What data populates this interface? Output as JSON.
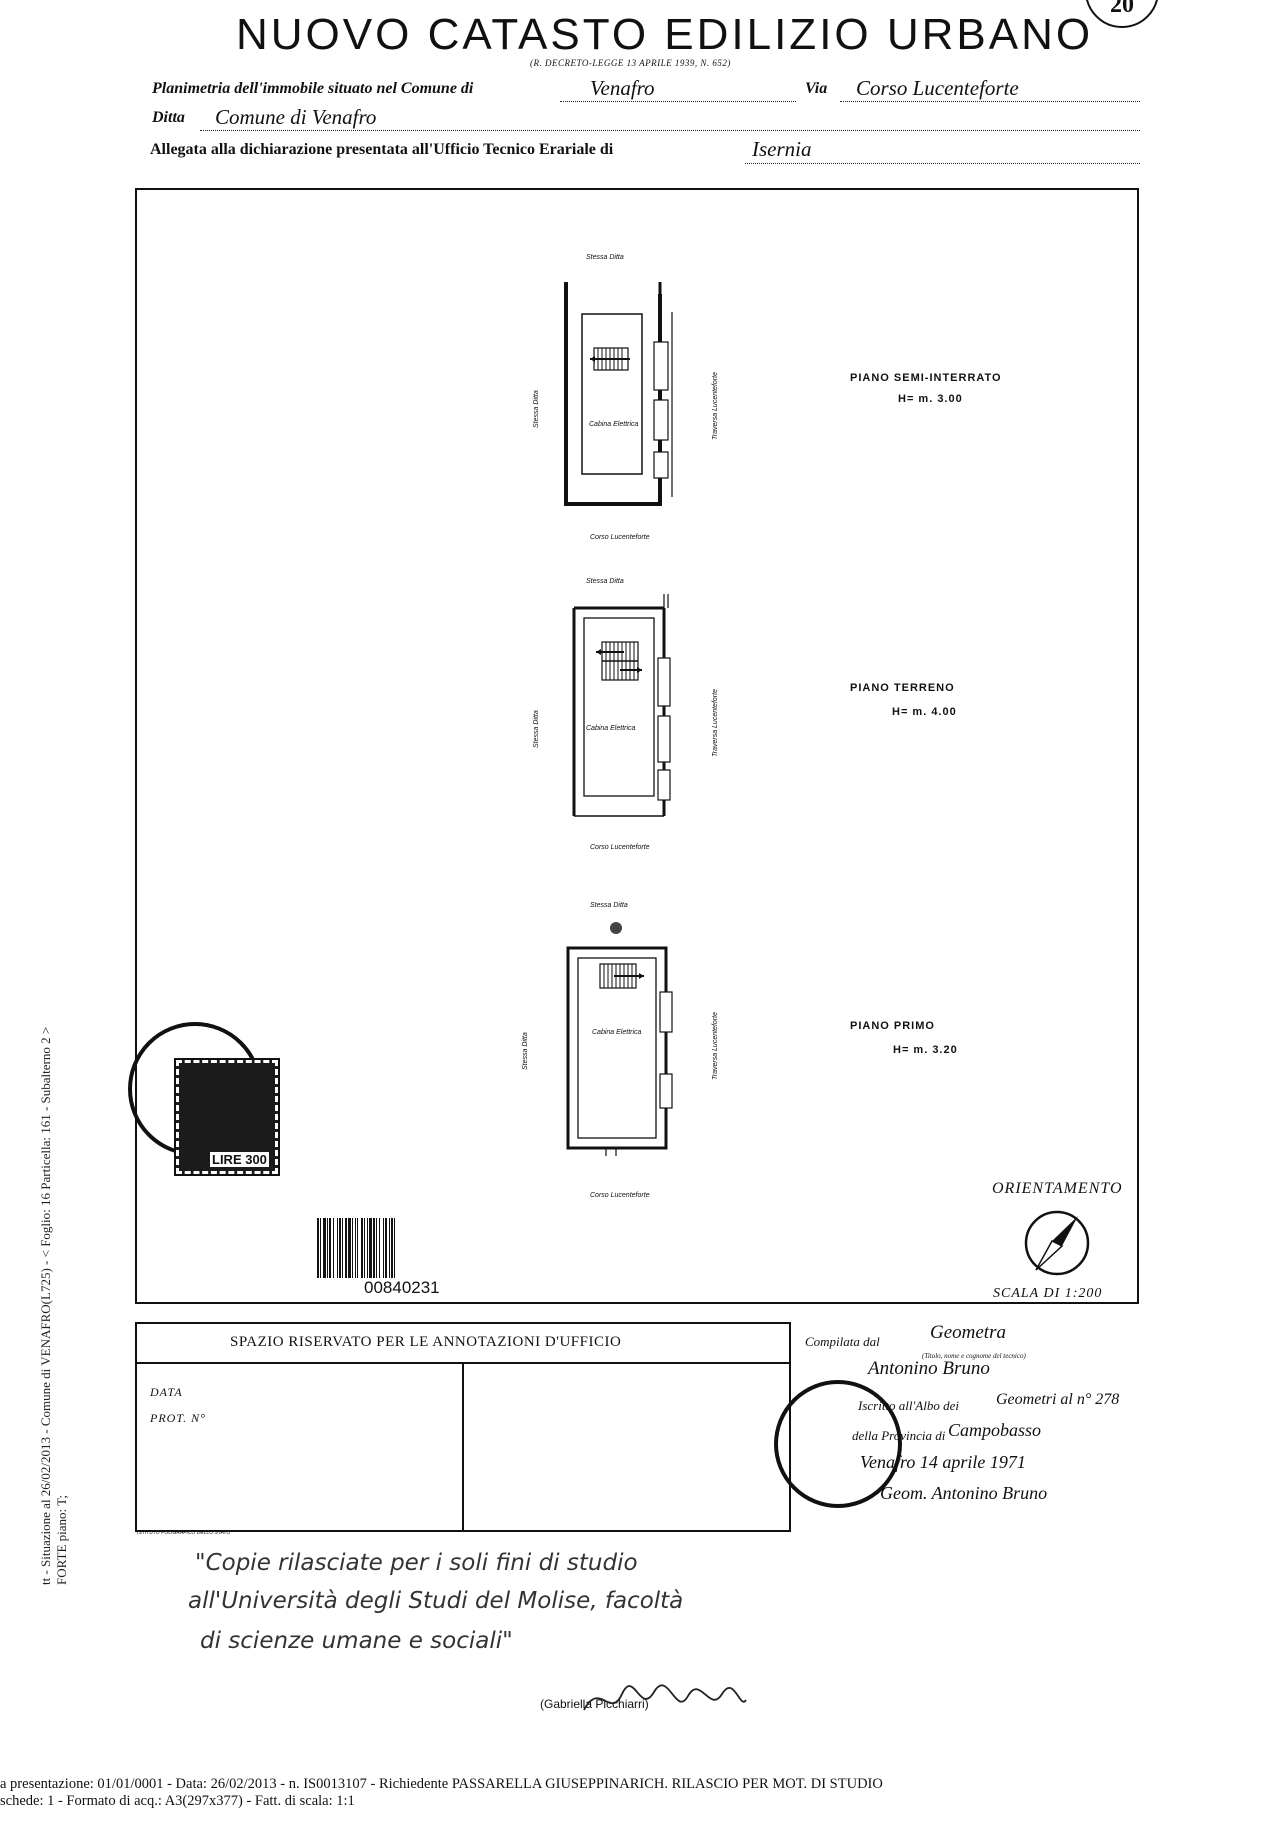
{
  "header": {
    "sheet_number": "20",
    "title": "NUOVO CATASTO EDILIZIO URBANO",
    "decree": "(R. DECRETO-LEGGE 13 APRILE 1939, N. 652)",
    "planimetria_label": "Planimetria dell'immobile situato nel Comune di",
    "comune": "Venafro",
    "via_label": "Via",
    "via": "Corso Lucenteforte",
    "ditta_label": "Ditta",
    "ditta": "Comune di Venafro",
    "allegata_label": "Allegata alla dichiarazione presentata all'Ufficio Tecnico Erariale di",
    "ufficio": "Isernia"
  },
  "plans": [
    {
      "top_label": "Stessa Ditta",
      "bottom_label": "Corso Lucenteforte",
      "left_label": "Stessa Ditta",
      "right_label": "Traversa Lucenteforte",
      "room_label": "Cabina Elettrica",
      "floor": "PIANO SEMI-INTERRATO",
      "height": "H= m. 3.00"
    },
    {
      "top_label": "Stessa Ditta",
      "bottom_label": "Corso Lucenteforte",
      "left_label": "Stessa Ditta",
      "right_label": "Traversa Lucenteforte",
      "room_label": "Cabina Elettrica",
      "floor": "PIANO TERRENO",
      "height": "H= m. 4.00"
    },
    {
      "top_label": "Stessa Ditta",
      "bottom_label": "Corso Lucenteforte",
      "left_label": "Stessa Ditta",
      "right_label": "Traversa Lucenteforte",
      "room_label": "Cabina Elettrica",
      "floor": "PIANO PRIMO",
      "height": "H= m. 3.20"
    }
  ],
  "orientation_label": "ORIENTAMENTO",
  "scale": "SCALA DI 1:200",
  "barcode_number": "00840231",
  "stamp_text": "LIRE 300",
  "annotations": {
    "title": "SPAZIO RISERVATO PER LE ANNOTAZIONI D'UFFICIO",
    "data_label": "DATA",
    "prot_label": "PROT. N°",
    "printer": "ISTITUTO POLIGRAFICO DELLO STATO"
  },
  "compiler": {
    "compilata_label": "Compilata dal",
    "title": "Geometra",
    "hint": "(Titolo, nome e cognome del tecnico)",
    "name": "Antonino Bruno",
    "iscritto_label": "Iscritto all'Albo dei",
    "albo": "Geometri al n° 278",
    "provincia_label": "della Provincia di",
    "provincia": "Campobasso",
    "date": "Venafro 14 aprile 1971",
    "signature": "Geom. Antonino Bruno"
  },
  "handwritten_note": [
    "\"Copie rilasciate per i soli fini di studio",
    "all'Università degli Studi del Molise, facoltà",
    "di scienze umane e sociali\""
  ],
  "clerk_stamp": "(Gabriella Picchiarri)",
  "side_text": [
    "tt - Situazione al 26/02/2013 - Comune di VENAFRO(L725) - < Foglio: 16 Particella: 161 - Subalterno 2 >",
    "FORTE piano: T;"
  ],
  "footer": [
    "a presentazione: 01/01/0001 - Data: 26/02/2013 - n. IS0013107 - Richiedente PASSARELLA GIUSEPPINARICH. RILASCIO PER MOT. DI STUDIO",
    "schede: 1 - Formato di acq.: A3(297x377) - Fatt. di scala: 1:1"
  ]
}
